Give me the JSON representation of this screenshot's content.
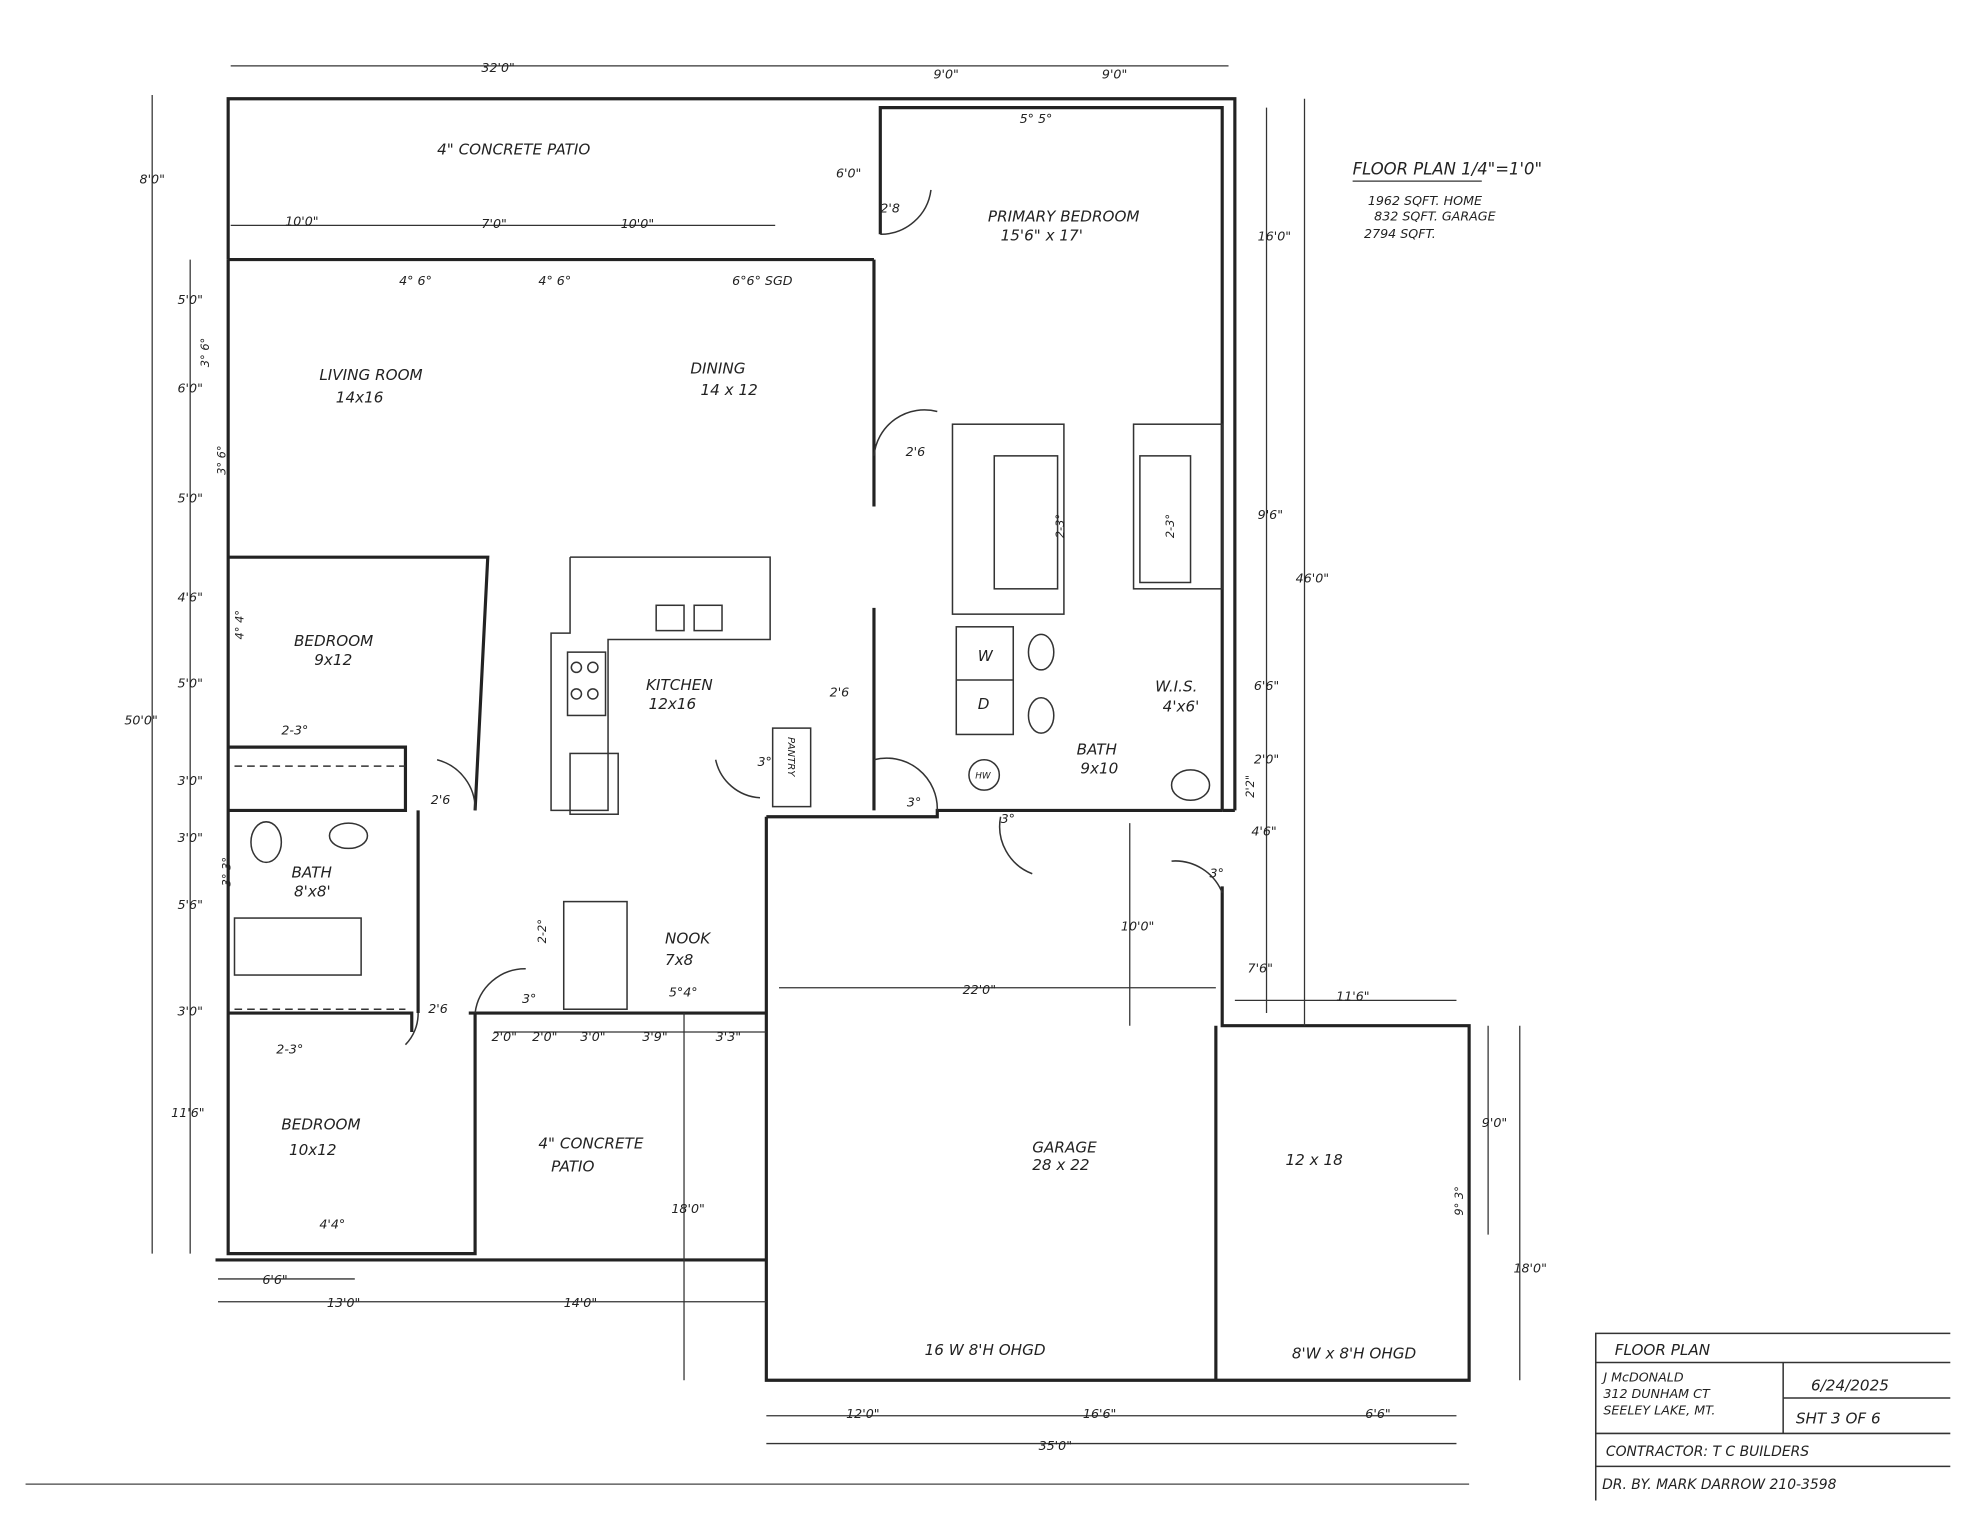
{
  "notes": {
    "title": "FLOOR PLAN 1/4\"=1'0\"",
    "home_area": "1962 SQFT. HOME",
    "garage_area": "832 SQFT. GARAGE",
    "total_area": "2794 SQFT."
  },
  "rooms": {
    "patio_top": "4\" CONCRETE PATIO",
    "primary_bedroom": "PRIMARY BEDROOM",
    "primary_bedroom_size": "15'6\" x 17'",
    "living_room": "LIVING ROOM",
    "living_room_size": "14x16",
    "dining": "DINING",
    "dining_size": "14 x 12",
    "bedroom1": "BEDROOM",
    "bedroom1_size": "9x12",
    "kitchen": "KITCHEN",
    "kitchen_size": "12x16",
    "pantry": "PANTRY",
    "wis": "W.I.S.",
    "wis_size": "4'x6'",
    "bath_primary": "BATH",
    "bath_primary_size": "9x10",
    "bath2": "BATH",
    "bath2_size": "8'x8'",
    "nook": "NOOK",
    "nook_size": "7x8",
    "bedroom2": "BEDROOM",
    "bedroom2_size": "10x12",
    "patio_bottom": "4\" CONCRETE",
    "patio_bottom_2": "PATIO",
    "garage": "GARAGE",
    "garage_size": "28 x 22",
    "garage_bay": "12 x 18",
    "washer": "W",
    "dryer": "D",
    "water_heater": "HW",
    "ohgd_main": "16 W 8'H OHGD",
    "ohgd_small": "8'W x 8'H OHGD"
  },
  "dimensions": {
    "top_32": "32'0\"",
    "top_9a": "9'0\"",
    "top_9b": "9'0\"",
    "win_5_5": "5° 5°",
    "d_8": "8'0\"",
    "d_6": "6'0\"",
    "d_16": "16'0\"",
    "p_10a": "10'0\"",
    "p_7": "7'0\"",
    "p_10b": "10'0\"",
    "w_46a": "4° 6°",
    "w_46b": "4° 6°",
    "sgd": "6°6° SGD",
    "door_28": "2'8",
    "l_5a": "5'0\"",
    "l_6": "6'0\"",
    "l_5b": "5'0\"",
    "l_46": "4'6\"",
    "l_5c": "5'0\"",
    "l_3a": "3'0\"",
    "l_3b": "3'0\"",
    "l_56": "5'6\"",
    "l_3c": "3'0\"",
    "l_116": "11'6\"",
    "l_50": "50'0\"",
    "win_36a": "3° 6°",
    "win_36b": "3° 6°",
    "win_44": "4° 4°",
    "win_33": "3° 3°",
    "closet_23a": "2-3°",
    "closet_23b": "2-3°",
    "door_26a": "2'6",
    "door_26b": "2'6",
    "door_26c": "2'6",
    "door_26d": "2'6",
    "door_3a": "3°",
    "door_3b": "3°",
    "door_3c": "3°",
    "door_3d": "3°",
    "door_3e": "3°",
    "shower_23a": "2-3°",
    "shower_23b": "2-3°",
    "r_96": "9'6\"",
    "r_46": "46'0\"",
    "r_66": "6'6\"",
    "r_2": "2'0\"",
    "r_22": "2'2\"",
    "r_46b": "4'6\"",
    "r_76": "7'6\"",
    "r_116": "11'6\"",
    "g_10": "10'0\"",
    "g_22": "22'0\"",
    "n_22": "2-2°",
    "n_54": "5°4°",
    "b_20a": "2'0\"",
    "b_20b": "2'0\"",
    "b_30": "3'0\"",
    "b_39": "3'9\"",
    "b_33": "3'3\"",
    "bed_44": "4'4°",
    "b_66": "6'6\"",
    "b_13": "13'0\"",
    "b_14": "14'0\"",
    "b_18": "18'0\"",
    "g_12": "12'0\"",
    "g_166": "16'6\"",
    "g_66": "6'6\"",
    "g_35": "35'0\"",
    "g_9": "9'0\"",
    "g_93": "9° 3°",
    "g_18": "18'0\""
  },
  "title_block": {
    "title": "FLOOR PLAN",
    "client": "J McDONALD",
    "address1": "312 DUNHAM CT",
    "address2": "SEELEY LAKE, MT.",
    "date": "6/24/2025",
    "sheet": "SHT 3 OF 6",
    "contractor": "CONTRACTOR: T C BUILDERS",
    "drawn_by": "DR. BY. MARK DARROW 210-3598"
  }
}
